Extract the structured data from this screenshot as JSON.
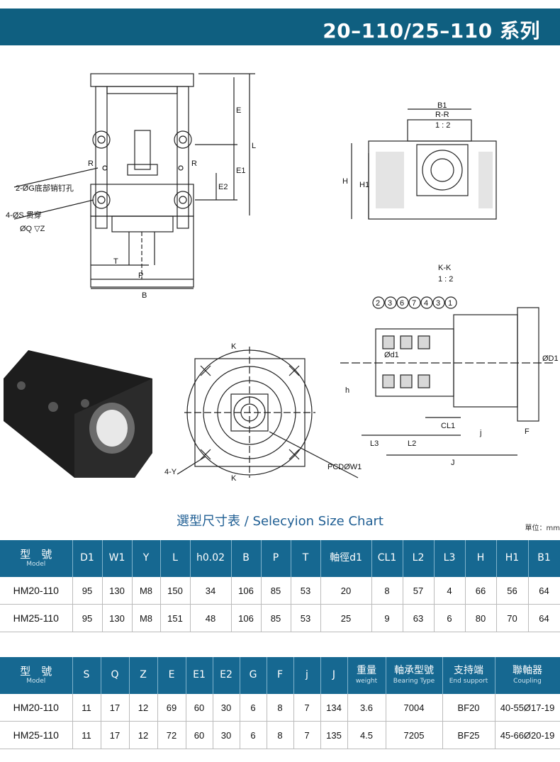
{
  "header": {
    "title": "20–110/25–110 系列"
  },
  "drawing_labels": {
    "front": {
      "E": "E",
      "E1": "E1",
      "E2": "E2",
      "L": "L",
      "T": "T",
      "P": "P",
      "B": "B",
      "R": "R",
      "hole_note": "2-ØG底部销钉孔",
      "screw_note_1": "4-ØS 贯穿",
      "screw_note_2": "ØQ ▽Z"
    },
    "section_rr": {
      "B1": "B1",
      "title": "R-R",
      "scale": "1 : 2",
      "H": "H",
      "H1": "H1"
    },
    "section_kk": {
      "title": "K-K",
      "scale": "1 : 2",
      "parts": [
        "2",
        "3",
        "6",
        "7",
        "4",
        "3",
        "1"
      ],
      "d1": "Ød1",
      "D1": "ØD1",
      "h": "h",
      "CL1": "CL1",
      "L3": "L3",
      "L2": "L2",
      "j": "j",
      "F": "F",
      "J": "J"
    },
    "end_view": {
      "K_top": "K",
      "K_bottom": "K",
      "Y": "4-Y",
      "pcd": "PCDØW1"
    }
  },
  "chart_title": "選型尺寸表 / Selecyion Size Chart",
  "unit": "單位：mm",
  "table1": {
    "model_header": "型　號",
    "model_sub": "Model",
    "columns": [
      "D1",
      "W1",
      "Y",
      "L",
      "h0.02",
      "B",
      "P",
      "T",
      "軸徑d1",
      "CL1",
      "L2",
      "L3",
      "H",
      "H1",
      "B1"
    ],
    "rows": [
      [
        "HM20-110",
        "95",
        "130",
        "M8",
        "150",
        "34",
        "106",
        "85",
        "53",
        "20",
        "8",
        "57",
        "4",
        "66",
        "56",
        "64"
      ],
      [
        "HM25-110",
        "95",
        "130",
        "M8",
        "151",
        "48",
        "106",
        "85",
        "53",
        "25",
        "9",
        "63",
        "6",
        "80",
        "70",
        "64"
      ]
    ]
  },
  "table2": {
    "model_header": "型　號",
    "model_sub": "Model",
    "columns": [
      "S",
      "Q",
      "Z",
      "E",
      "E1",
      "E2",
      "G",
      "F",
      "j",
      "J"
    ],
    "extra_columns": [
      {
        "label": "重量",
        "sub": "weight"
      },
      {
        "label": "軸承型號",
        "sub": "Bearing Type"
      },
      {
        "label": "支持端",
        "sub": "End support"
      },
      {
        "label": "聯軸器",
        "sub": "Coupling"
      }
    ],
    "rows": [
      [
        "HM20-110",
        "11",
        "17",
        "12",
        "69",
        "60",
        "30",
        "6",
        "8",
        "7",
        "134",
        "3.6",
        "7004",
        "BF20",
        "40-55Ø17-19"
      ],
      [
        "HM25-110",
        "11",
        "17",
        "12",
        "72",
        "60",
        "30",
        "6",
        "8",
        "7",
        "135",
        "4.5",
        "7205",
        "BF25",
        "45-66Ø20-19"
      ]
    ]
  }
}
